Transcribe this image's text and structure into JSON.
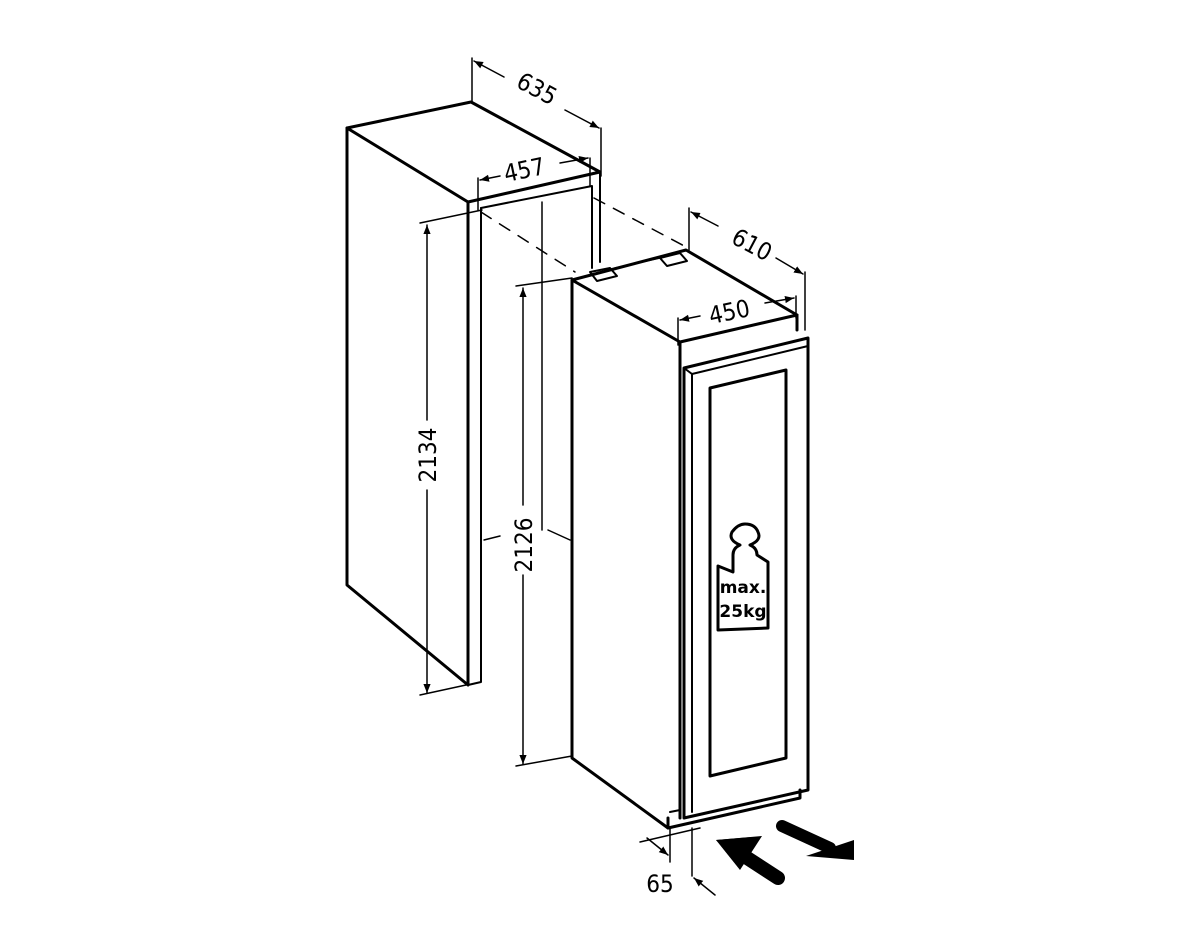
{
  "dimensions": {
    "niche_depth": "635",
    "niche_width": "457",
    "niche_height": "2134",
    "appliance_depth": "610",
    "appliance_width": "450",
    "appliance_height": "2126",
    "plinth_offset": "65"
  },
  "weight_label": {
    "line1": "max.",
    "line2": "25kg"
  },
  "colors": {
    "line": "#000000",
    "background": "#ffffff"
  }
}
